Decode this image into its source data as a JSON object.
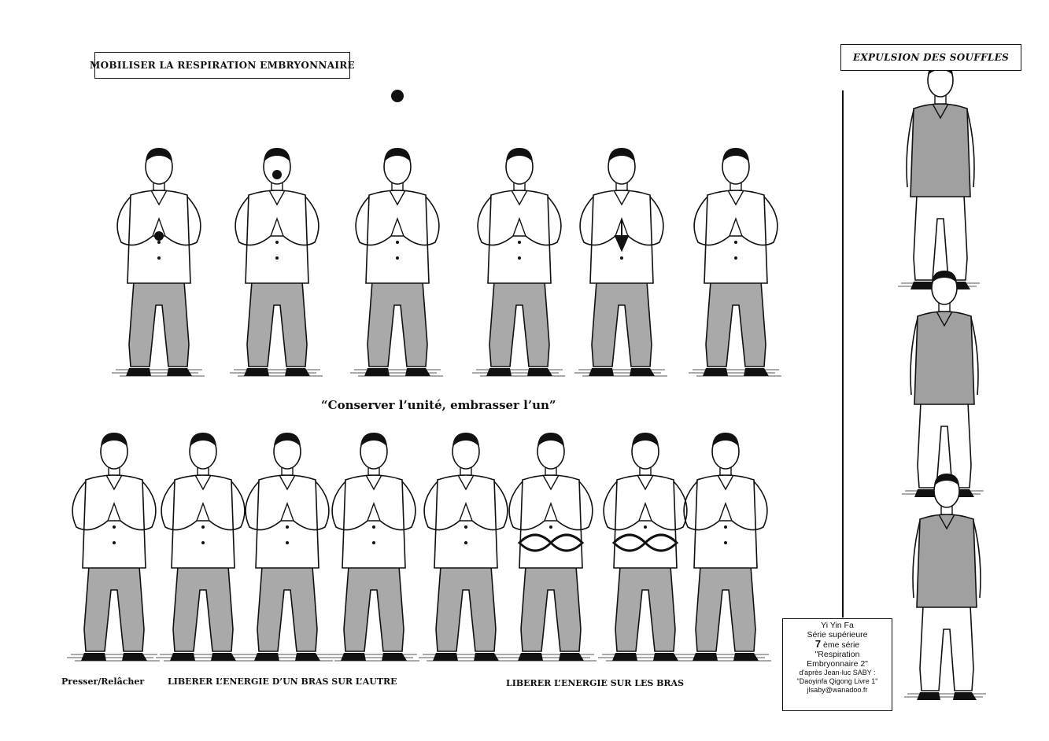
{
  "titles": {
    "left": "MOBILISER LA RESPIRATION EMBRYONNAIRE",
    "right": "EXPULSION DES SOUFFLES"
  },
  "quote": "“Conserver l’unité, embrasser l’un”",
  "captions": {
    "presser": "Presser/Relâcher",
    "liberer_bras_autre": "LIBERER L’ENERGIE D’UN BRAS SUR L’AUTRE",
    "liberer_bras": "LIBERER L’ENERGIE SUR LES BRAS"
  },
  "credit": {
    "line1": "Yi Yin Fa",
    "line2": "Série supérieure",
    "num": "7",
    "line3": " ème série",
    "line4": "\"Respiration",
    "line5": "Embryonnaire 2\"",
    "line6": "d'après Jean-luc SABY :",
    "line7": "\"Daoyinfa Qigong Livre 1\"",
    "line8": "jlsaby@wanadoo.fr"
  },
  "colors": {
    "ink": "#111111",
    "trousers": "#a9a9a9",
    "shirt_dark": "#a0a0a0",
    "paper": "#ffffff"
  }
}
